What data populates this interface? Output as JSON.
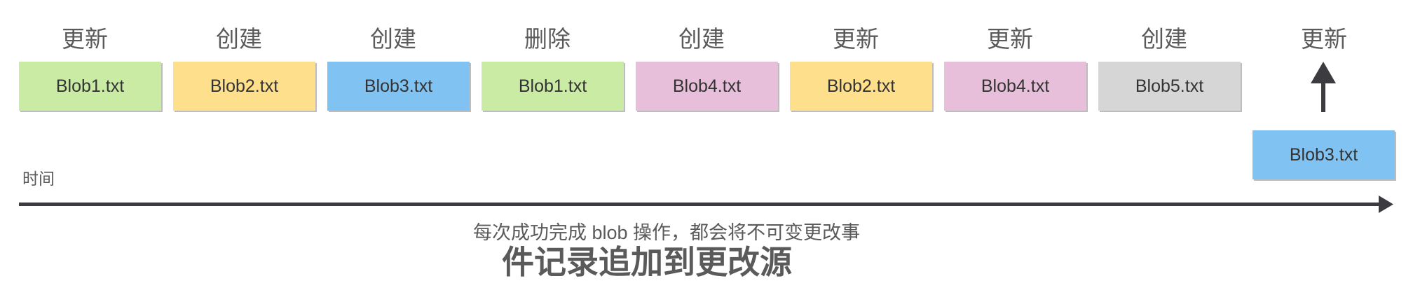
{
  "events": [
    {
      "operation": "更新",
      "blob": "Blob1.txt",
      "color": "green"
    },
    {
      "operation": "创建",
      "blob": "Blob2.txt",
      "color": "yellow"
    },
    {
      "operation": "创建",
      "blob": "Blob3.txt",
      "color": "blue"
    },
    {
      "operation": "删除",
      "blob": "Blob1.txt",
      "color": "green"
    },
    {
      "operation": "创建",
      "blob": "Blob4.txt",
      "color": "pink"
    },
    {
      "operation": "更新",
      "blob": "Blob2.txt",
      "color": "yellow"
    },
    {
      "operation": "更新",
      "blob": "Blob4.txt",
      "color": "pink"
    },
    {
      "operation": "创建",
      "blob": "Blob5.txt",
      "color": "gray"
    }
  ],
  "new_event": {
    "operation": "更新",
    "blob": "Blob3.txt",
    "color": "blue"
  },
  "timeline": {
    "label": "时间",
    "arrow_icon": "arrow-right-icon"
  },
  "caption": {
    "line1": "每次成功完成 blob 操作，都会将不可变更改事",
    "line2": "件记录追加到更改源"
  },
  "colors": {
    "green": "#c9eba4",
    "yellow": "#fedf8c",
    "blue": "#80c2f2",
    "pink": "#e8bfda",
    "gray": "#d6d6d6",
    "arrow": "#3c3b40",
    "label_text": "#5a5a5a",
    "box_text": "#333333"
  }
}
